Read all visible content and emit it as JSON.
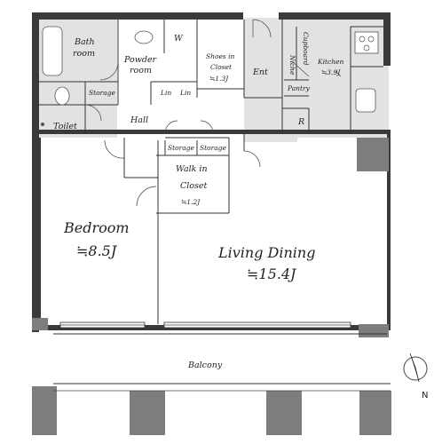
{
  "rooms": {
    "bath": {
      "line1": "Bath",
      "line2": "room"
    },
    "powder": {
      "line1": "Powder",
      "line2": "room"
    },
    "washer": "W",
    "shoes_closet": {
      "line1": "Shoes in",
      "line2": "Closet",
      "size": "≒1.3J"
    },
    "entrance": "Ent",
    "niche": "Niche",
    "cupboard": "Cupboard",
    "kitchen": {
      "name": "Kitchen",
      "size": "≒3.9J"
    },
    "pantry": "Pantry",
    "refrigerator": "R",
    "toilet": "Toilet",
    "storage_top": "Storage",
    "linen_1": "Lin",
    "linen_2": "Lin",
    "hall": "Hall",
    "storage_left": "Storage",
    "storage_right": "Storage",
    "walk_in_closet": {
      "line1": "Walk in",
      "line2": "Closet",
      "size": "≒1.2J"
    },
    "bedroom": {
      "name": "Bedroom",
      "size": "≒8.5J"
    },
    "living_dining": {
      "name": "Living Dining",
      "size": "≒15.4J"
    },
    "balcony": "Balcony"
  },
  "compass": {
    "north_label": "N"
  }
}
